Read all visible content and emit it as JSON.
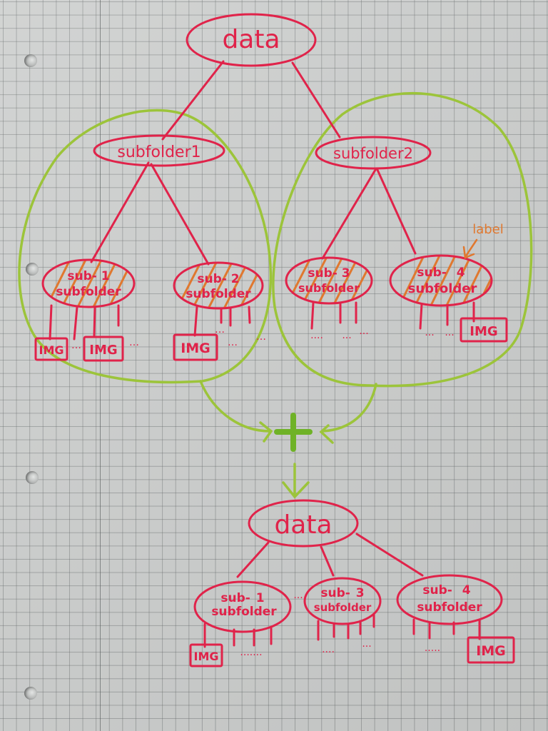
{
  "diagram": {
    "colors": {
      "paper": "#cdcfce",
      "grid": "#5f6464",
      "tree_ink": "#e0234a",
      "hatch": "#e0782f",
      "group_outline": "#9cc43a",
      "merge_ink": "#6fb227"
    },
    "top_tree": {
      "root": {
        "label": "data"
      },
      "subfolders": [
        {
          "label": "subfolder1",
          "children": [
            {
              "line1": "sub-",
              "num": "1",
              "line2": "subfolder",
              "files": [
                "IMG",
                "IMG"
              ],
              "ellipsis": [
                "…",
                "…",
                "…"
              ]
            },
            {
              "line1": "sub-",
              "num": "2",
              "line2": "subfolder",
              "files": [
                "IMG"
              ],
              "ellipsis": [
                "…",
                "…",
                "…"
              ]
            }
          ]
        },
        {
          "label": "subfolder2",
          "children": [
            {
              "line1": "sub-",
              "num": "3",
              "line2": "subfolder",
              "files": [],
              "ellipsis": [
                "....",
                "...",
                "..."
              ]
            },
            {
              "line1": "sub-",
              "num": "4",
              "line2": "subfolder",
              "files": [
                "IMG"
              ],
              "ellipsis": [
                "...",
                "..."
              ]
            }
          ]
        }
      ],
      "annotation": {
        "text": "label"
      }
    },
    "merge": {
      "operator": "+"
    },
    "bottom_tree": {
      "root": {
        "label": "data"
      },
      "children": [
        {
          "line1": "sub-",
          "num": "1",
          "line2": "subfolder",
          "files": [
            "IMG"
          ],
          "ellipsis": [
            "......."
          ]
        },
        {
          "line1": "sub-",
          "num": "3",
          "line2": "subfolder",
          "files": [],
          "ellipsis": [
            "....",
            "..."
          ]
        },
        {
          "line1": "sub-",
          "num": "4",
          "line2": "subfolder",
          "files": [
            "IMG"
          ],
          "ellipsis": [
            "....."
          ]
        }
      ],
      "between_ellipsis": "..."
    }
  }
}
